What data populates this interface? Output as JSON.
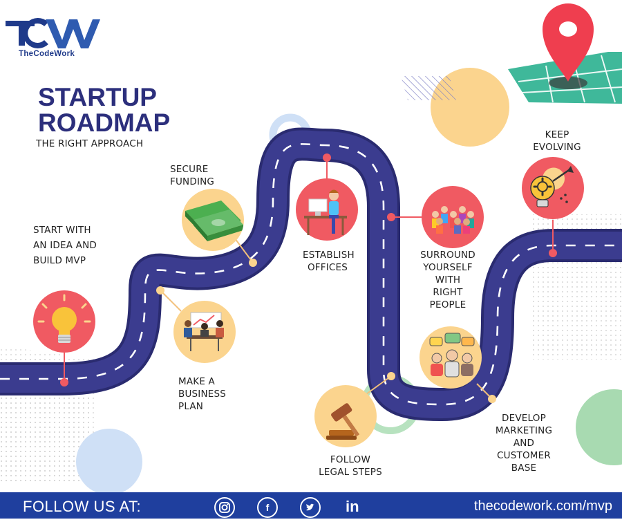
{
  "brand": {
    "name": "TheCodeWork"
  },
  "header": {
    "title_line1": "STARTUP",
    "title_line2": "ROADMAP",
    "subtitle": "THE RIGHT APPROACH"
  },
  "steps": [
    {
      "id": "idea",
      "lines": [
        "START WITH",
        "AN IDEA AND",
        "BUILD MVP"
      ],
      "icon": "lightbulb-icon"
    },
    {
      "id": "plan",
      "lines": [
        "MAKE A",
        "BUSINESS",
        "PLAN"
      ],
      "icon": "business-meeting-icon"
    },
    {
      "id": "funding",
      "lines": [
        "SECURE",
        "FUNDING"
      ],
      "icon": "money-stack-icon"
    },
    {
      "id": "offices",
      "lines": [
        "ESTABLISH",
        "OFFICES"
      ],
      "icon": "office-worker-icon"
    },
    {
      "id": "legal",
      "lines": [
        "FOLLOW",
        "LEGAL STEPS"
      ],
      "icon": "gavel-icon"
    },
    {
      "id": "people",
      "lines": [
        "SURROUND",
        "YOURSELF",
        "WITH",
        "RIGHT",
        "PEOPLE"
      ],
      "icon": "team-icon"
    },
    {
      "id": "marketing",
      "lines": [
        "DEVELOP",
        "MARKETING",
        "AND",
        "CUSTOMER",
        "BASE"
      ],
      "icon": "chat-people-icon"
    },
    {
      "id": "evolve",
      "lines": [
        "KEEP",
        "EVOLVING"
      ],
      "icon": "gear-growth-icon"
    }
  ],
  "footer": {
    "follow_label": "FOLLOW US AT:",
    "url": "thecodework.com/mvp"
  },
  "social": [
    "instagram-icon",
    "facebook-icon",
    "twitter-icon",
    "linkedin-icon"
  ],
  "colors": {
    "road": "#3b3c8f",
    "road_edge": "#2a2b70",
    "accent_red": "#f05a62",
    "accent_yellow": "#fbd48e",
    "footer": "#1f3f9e",
    "title": "#2c2f7c",
    "pin": "#ef3e4f",
    "map": "#3fb89a"
  }
}
